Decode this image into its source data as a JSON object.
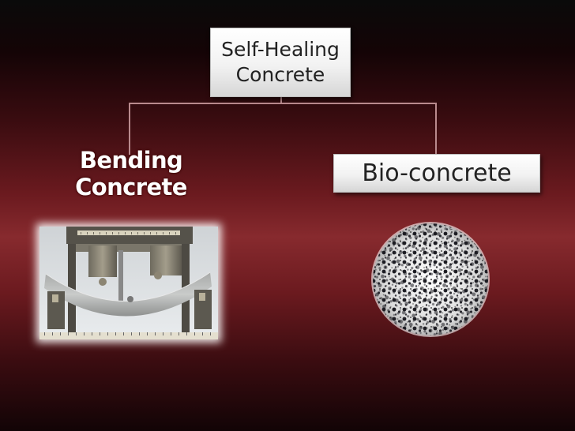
{
  "diagram": {
    "root": {
      "label_line1": "Self-Healing",
      "label_line2": "Concrete"
    },
    "children": [
      {
        "label": "Bending Concrete"
      },
      {
        "label": "Bio-concrete"
      }
    ]
  },
  "colors": {
    "background_top": "#0a0a0a",
    "background_mid": "#872a2e",
    "connector": "#b98a8d",
    "box_fill": "#f2f2f2"
  }
}
